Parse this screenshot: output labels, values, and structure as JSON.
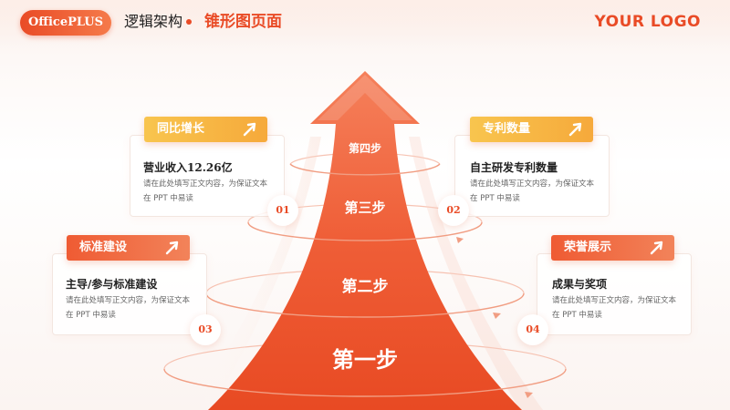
{
  "header": {
    "brand": "OfficePLUS",
    "section": "逻辑架构",
    "title": "锥形图页面",
    "logo": "YOUR LOGO"
  },
  "steps": [
    "第一步",
    "第二步",
    "第三步",
    "第四步"
  ],
  "cards": [
    {
      "tag": "同比增长",
      "heading": "营业收入12.26亿",
      "body_line1": "请在此处填写正文内容，为保证文本",
      "body_line2": "在 PPT 中易读",
      "number": "01",
      "tag_icon": "arrow-up-right-icon"
    },
    {
      "tag": "专利数量",
      "heading": "自主研发专利数量",
      "body_line1": "请在此处填写正文内容，为保证文本",
      "body_line2": "在 PPT 中易读",
      "number": "02",
      "tag_icon": "arrow-up-right-icon"
    },
    {
      "tag": "标准建设",
      "heading": "主导/参与标准建设",
      "body_line1": "请在此处填写正文内容，为保证文本",
      "body_line2": "在 PPT 中易读",
      "number": "03",
      "tag_icon": "arrow-up-right-icon"
    },
    {
      "tag": "荣誉展示",
      "heading": "成果与奖项",
      "body_line1": "请在此处填写正文内容，为保证文本",
      "body_line2": "在 PPT 中易读",
      "number": "04",
      "tag_icon": "arrow-up-right-icon"
    }
  ],
  "colors": {
    "accent": "#e94b26",
    "accent_light": "#f57a4a",
    "yellow": "#f8c54e"
  }
}
